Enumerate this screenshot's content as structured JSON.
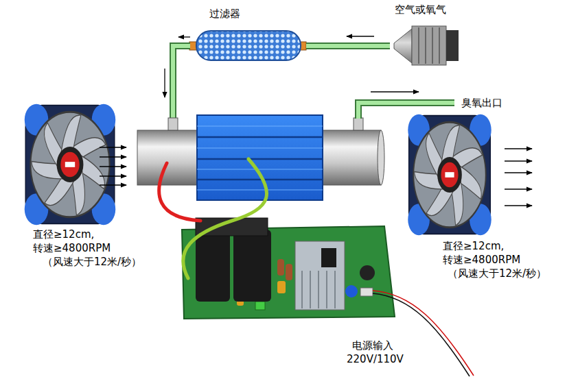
{
  "diagram": {
    "nodes": [
      {
        "text": [
          "空气或氧气"
        ]
      },
      {
        "text": [
          "过滤器"
        ]
      }
    ],
    "edges": [
      {
        "from": 0,
        "to": 1,
        "arrow": "to"
      }
    ],
    "labels": [
      "臭氧出口",
      "直径≥12cm,",
      "转速≥4800RPM",
      "（风速大于12米/秒）",
      "直径≥12cm,",
      "转速≥4800RPM",
      "（风速大于12米/秒）",
      "电源输入",
      "220V/110V"
    ]
  }
}
